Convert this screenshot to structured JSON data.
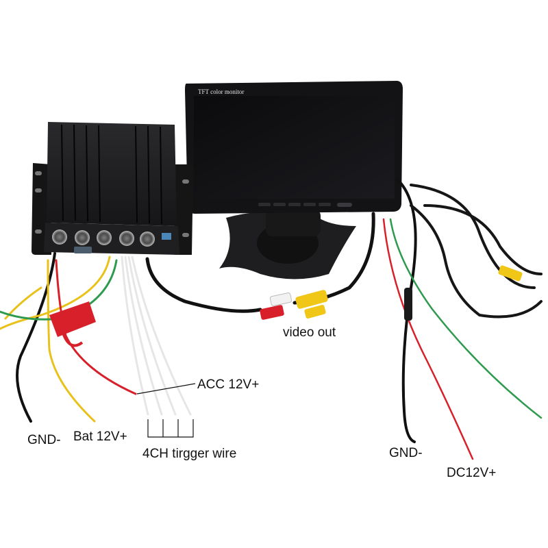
{
  "monitor": {
    "brand_text": "TFT color monitor"
  },
  "labels": {
    "acc": "ACC 12V+",
    "video_out": "video out",
    "gnd_left": "GND-",
    "bat": "Bat 12V+",
    "trigger": "4CH tirgger wire",
    "gnd_right": "GND-",
    "dc": "DC12V+"
  },
  "colors": {
    "background": "#ffffff",
    "dvr_body": "#1c1c1e",
    "monitor_body": "#121214",
    "wire_red": "#d8202a",
    "wire_yellow": "#e8c21a",
    "wire_green": "#2e9a4e",
    "wire_black": "#111111",
    "wire_white": "#e6e6e6"
  }
}
